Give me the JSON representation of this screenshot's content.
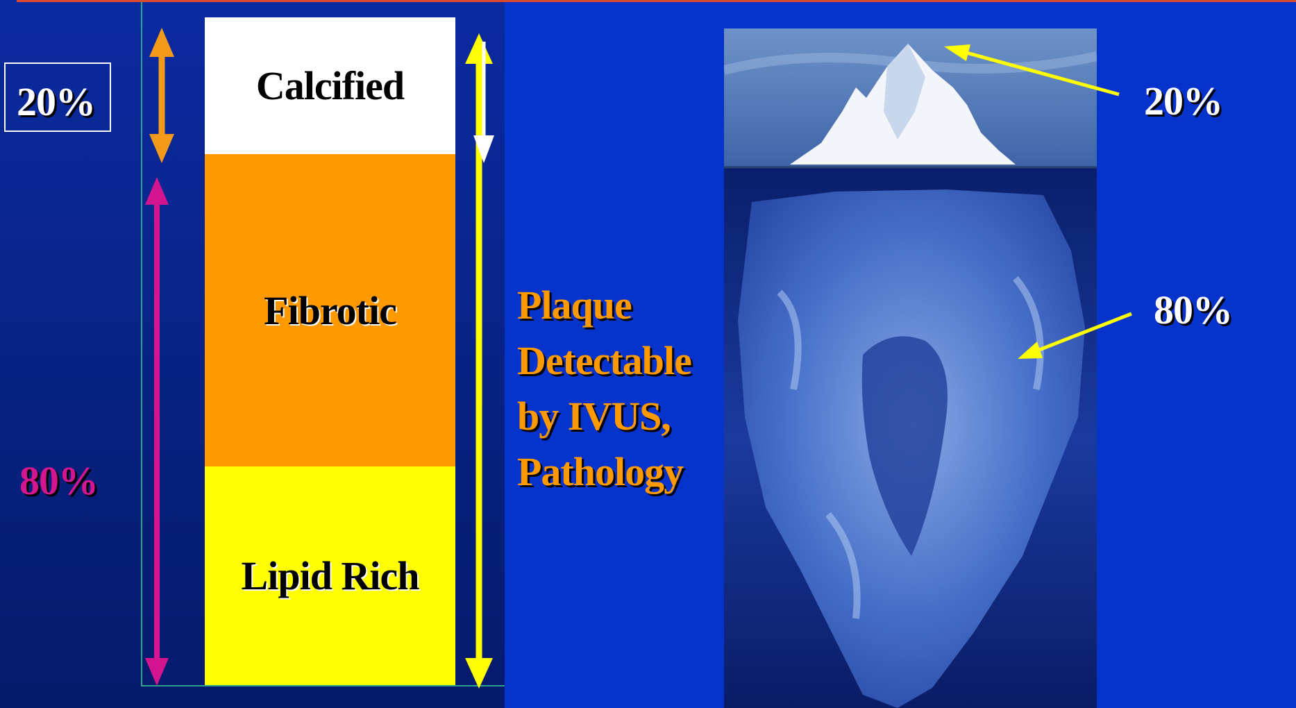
{
  "bar": {
    "segments": [
      {
        "label": "Calcified",
        "color": "#ffffff"
      },
      {
        "label": "Fibrotic",
        "color": "#ff9900"
      },
      {
        "label": "Lipid Rich",
        "color": "#ffff00"
      }
    ]
  },
  "left_labels": {
    "top_pct": "20%",
    "bottom_pct": "80%"
  },
  "detect_text": [
    "Plaque",
    "Detectable",
    "by IVUS,",
    "Pathology"
  ],
  "iceberg": {
    "top_pct": "20%",
    "bottom_pct": "80%"
  },
  "colors": {
    "background": "#0a2288",
    "right_panel": "#0533cc",
    "orange_arrow": "#f39a1a",
    "magenta_arrow": "#d3168f",
    "yellow_arrow": "#ffff00",
    "detect_text": "#ff9900"
  }
}
